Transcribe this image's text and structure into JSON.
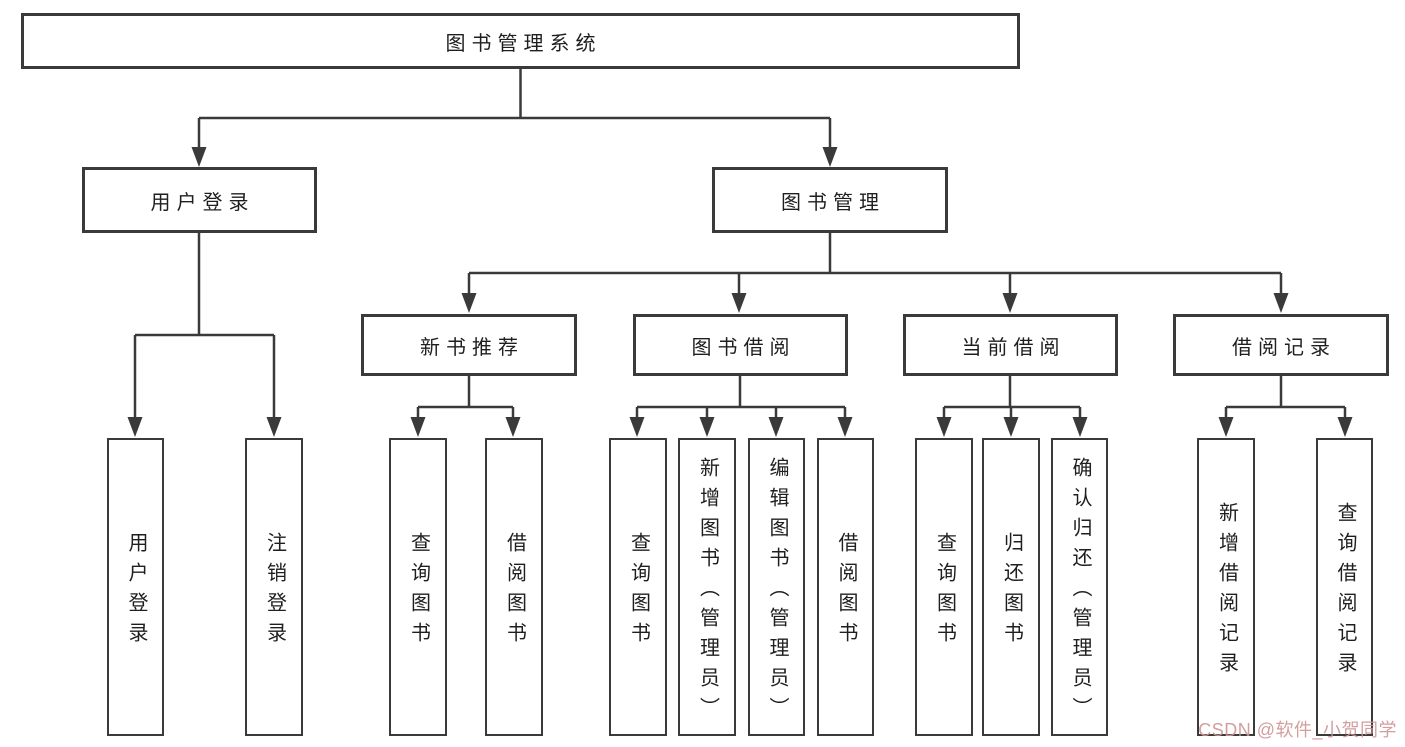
{
  "colors": {
    "background": "#ffffff",
    "line": "#3a3a3a",
    "box_border": "#3a3a3a",
    "text": "#1f1f1f",
    "watermark": "#cf9494"
  },
  "watermark": {
    "text": "CSDN @软件_小贺同学"
  },
  "tree": {
    "root": {
      "label": "图书管理系统"
    },
    "branches": [
      {
        "label": "用户登录",
        "children": [
          {
            "label": "用户登录"
          },
          {
            "label": "注销登录"
          }
        ]
      },
      {
        "label": "图书管理",
        "children": [
          {
            "label": "新书推荐",
            "children": [
              {
                "label": "查询图书"
              },
              {
                "label": "借阅图书"
              }
            ]
          },
          {
            "label": "图书借阅",
            "children": [
              {
                "label": "查询图书"
              },
              {
                "label": "新增图书（管理员）"
              },
              {
                "label": "编辑图书（管理员）"
              },
              {
                "label": "借阅图书"
              }
            ]
          },
          {
            "label": "当前借阅",
            "children": [
              {
                "label": "查询图书"
              },
              {
                "label": "归还图书"
              },
              {
                "label": "确认归还（管理员）"
              }
            ]
          },
          {
            "label": "借阅记录",
            "children": [
              {
                "label": "新增借阅记录"
              },
              {
                "label": "查询借阅记录"
              }
            ]
          }
        ]
      }
    ]
  }
}
